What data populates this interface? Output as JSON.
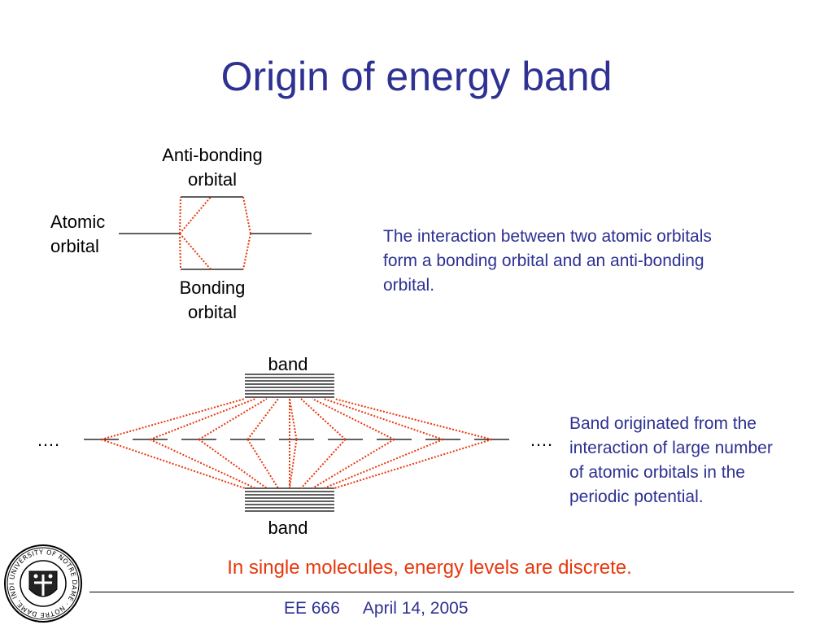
{
  "slide": {
    "title": "Origin of energy band",
    "colors": {
      "title": "#2e3192",
      "description": "#2e3192",
      "note": "#e8380d",
      "connector": "#e8380d",
      "level": "#000000"
    }
  },
  "orbital_diagram": {
    "antibonding_label": [
      "Anti-bonding",
      "orbital"
    ],
    "atomic_label": [
      "Atomic",
      "orbital"
    ],
    "bonding_label": [
      "Bonding",
      "orbital"
    ],
    "description": [
      "The interaction between two atomic orbitals",
      "form a bonding orbital and an anti-bonding",
      "orbital."
    ]
  },
  "band_diagram": {
    "upper_band_label": "band",
    "lower_band_label": "band",
    "left_ellipsis": "….",
    "right_ellipsis": "….",
    "description": [
      "Band originated from the",
      "interaction of large number",
      "of atomic orbitals in the",
      "periodic potential."
    ]
  },
  "note": "In single molecules, energy levels are discrete.",
  "footer": {
    "course": "EE 666",
    "date": "April 14, 2005"
  },
  "logo": {
    "icon": "university-seal-icon",
    "text": "UNIVERSITY OF NOTRE DAME · NOTRE DAME, INDIANA"
  }
}
